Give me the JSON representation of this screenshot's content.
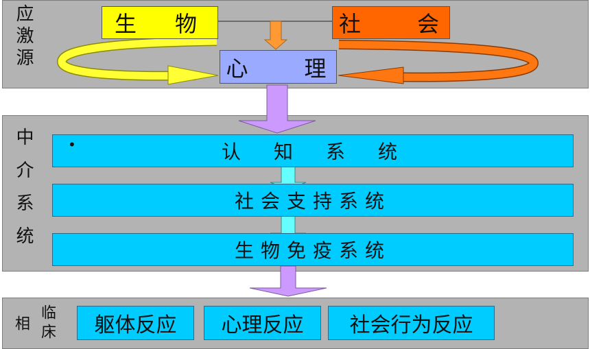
{
  "stressor_section": {
    "label": "应激源",
    "biological": "生　物",
    "social": "社　　会",
    "psychological": "心　　理"
  },
  "mediator_section": {
    "label": "中介系统",
    "bullet": "•",
    "systems": [
      {
        "label": "认　知　系　统"
      },
      {
        "label": "社会支持系统"
      },
      {
        "label": "生物免疫系统"
      }
    ]
  },
  "clinical_section": {
    "label_line1": "临床",
    "label_line2": "相",
    "responses": [
      {
        "label": "躯体反应"
      },
      {
        "label": "心理反应"
      },
      {
        "label": "社会行为反应"
      }
    ]
  },
  "colors": {
    "band": "#b3b3b3",
    "biological": "#ffff00",
    "social": "#ff6600",
    "psychological": "#99aaff",
    "system_bar": "#00ccff",
    "purple_arrow": "#cc99ff",
    "cyan_arrow": "#66ffff",
    "orange_arrow": "#ff9933"
  }
}
